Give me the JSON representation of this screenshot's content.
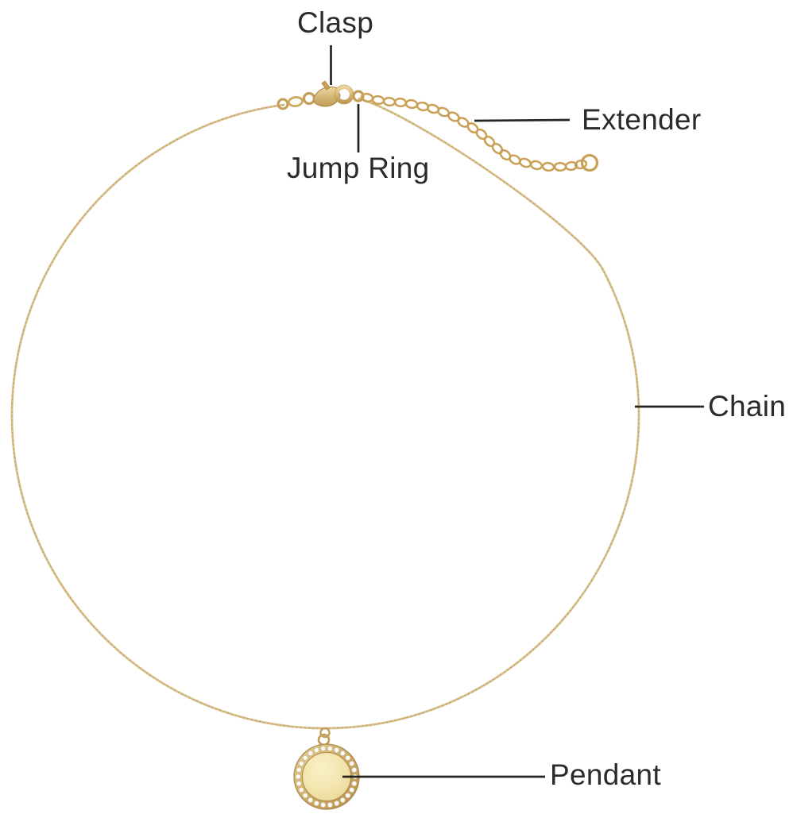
{
  "diagram": {
    "subject": "Necklace anatomy diagram",
    "background_color": "#ffffff",
    "labels": {
      "clasp": "Clasp",
      "jump_ring": "Jump Ring",
      "extender": "Extender",
      "chain": "Chain",
      "pendant": "Pendant"
    },
    "colors": {
      "label_text": "#2b2b29",
      "pointer_line": "#242422",
      "gold_chain": "#d9c08b",
      "gold_chain_shadow": "#b2935c",
      "gold_link": "#c9a055",
      "pendant_band_light": "#e6cd92",
      "pendant_band_dark": "#bb9350",
      "pendant_disc": "#f3e6ae",
      "stone": "#fcfbf7"
    }
  }
}
